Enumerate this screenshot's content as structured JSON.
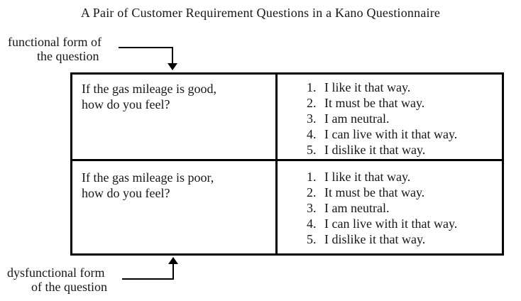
{
  "title": "A Pair of Customer Requirement Questions in a Kano Questionnaire",
  "colors": {
    "text": "#161616",
    "border": "#000000",
    "background": "#ffffff"
  },
  "callouts": {
    "functional": {
      "line1": "functional form of",
      "line2": "the question",
      "arrow_direction": "down"
    },
    "dysfunctional": {
      "line1": "dysfunctional form",
      "line2": "of the question",
      "arrow_direction": "up"
    }
  },
  "table": {
    "rows": [
      {
        "question_line1": "If the gas mileage is good,",
        "question_line2": "how do you feel?",
        "options": [
          {
            "num": "1.",
            "text": "I like it that way."
          },
          {
            "num": "2.",
            "text": "It must be that way."
          },
          {
            "num": "3.",
            "text": "I am neutral."
          },
          {
            "num": "4.",
            "text": "I can live with it that way."
          },
          {
            "num": "5.",
            "text": "I dislike it that way."
          }
        ]
      },
      {
        "question_line1": "If the gas mileage is poor,",
        "question_line2": "how do you feel?",
        "options": [
          {
            "num": "1.",
            "text": "I like it that way."
          },
          {
            "num": "2.",
            "text": "It must be that way."
          },
          {
            "num": "3.",
            "text": "I am neutral."
          },
          {
            "num": "4.",
            "text": "I can live with it that way."
          },
          {
            "num": "5.",
            "text": "I dislike it that way."
          }
        ]
      }
    ]
  }
}
